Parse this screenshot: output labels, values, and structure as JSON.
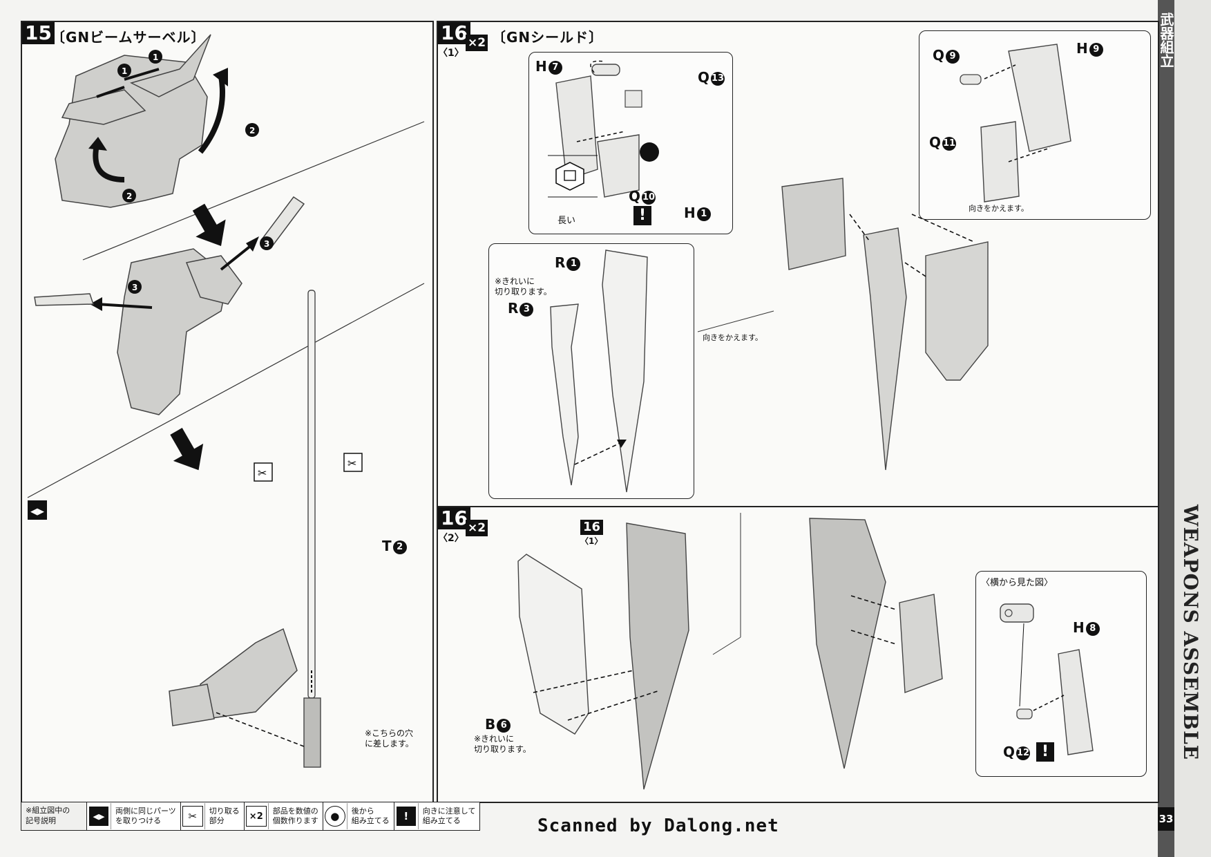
{
  "side": {
    "section_jp": "武器組立",
    "section_en": "WEAPONS ASSEMBLE",
    "page_number": "33"
  },
  "step15": {
    "number": "15",
    "title": "〔GNビームサーベル〕",
    "arrow_labels": [
      "1",
      "1",
      "2",
      "2",
      "3",
      "3"
    ],
    "part_t2": "T",
    "part_t2_num": "2",
    "note_hole": "※こちらの穴\nに差します。"
  },
  "step16a": {
    "number": "16",
    "sub": "〈1〉",
    "multiplier": "×2",
    "title": "〔GNシールド〕",
    "parts": {
      "h7": {
        "letter": "H",
        "num": "7"
      },
      "q13": {
        "letter": "Q",
        "num": "13"
      },
      "q10": {
        "letter": "Q",
        "num": "10"
      },
      "h1": {
        "letter": "H",
        "num": "1"
      },
      "q9": {
        "letter": "Q",
        "num": "9"
      },
      "h9": {
        "letter": "H",
        "num": "9"
      },
      "q11": {
        "letter": "Q",
        "num": "11"
      },
      "r1": {
        "letter": "R",
        "num": "1"
      },
      "r3": {
        "letter": "R",
        "num": "3"
      }
    },
    "label_long": "長い",
    "note_clean_cut": "※きれいに\n切り取ります。",
    "note_turn_a": "向きをかえます。",
    "note_turn_b": "向きをかえます。"
  },
  "step16b": {
    "number": "16",
    "sub": "〈2〉",
    "multiplier": "×2",
    "ref_number": "16",
    "ref_sub": "〈1〉",
    "parts": {
      "b6": {
        "letter": "B",
        "num": "6"
      },
      "h8": {
        "letter": "H",
        "num": "8"
      },
      "q12": {
        "letter": "Q",
        "num": "12"
      }
    },
    "note_clean_cut": "※きれいに\n切り取ります。",
    "side_view_label": "〈横から見た図〉"
  },
  "legend": {
    "header": "※組立図中の\n記号説明",
    "items": [
      {
        "icon": "◀▶",
        "text": "両側に同じパーツ\nを取りつける"
      },
      {
        "icon": "✂",
        "text": "切り取る\n部分"
      },
      {
        "icon": "×2",
        "text": "部品を数値の\n個数作ります"
      },
      {
        "icon": "●",
        "text": "後から\n組み立てる"
      },
      {
        "icon": "!",
        "text": "向きに注意して\n組み立てる"
      }
    ]
  },
  "credit": "Scanned by Dalong.net",
  "warning_mark": "!"
}
